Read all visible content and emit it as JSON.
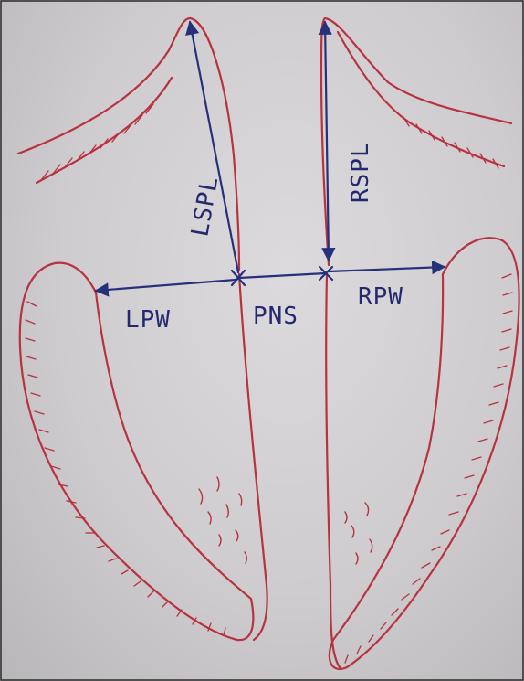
{
  "labels": {
    "lspl": "LSPL",
    "rspl": "RSPL",
    "lpw": "LPW",
    "pns": "PNS",
    "rpw": "RPW"
  },
  "colors": {
    "outline": "#b8323f",
    "measure": "#27307a",
    "paper": "#d6d3d6"
  }
}
